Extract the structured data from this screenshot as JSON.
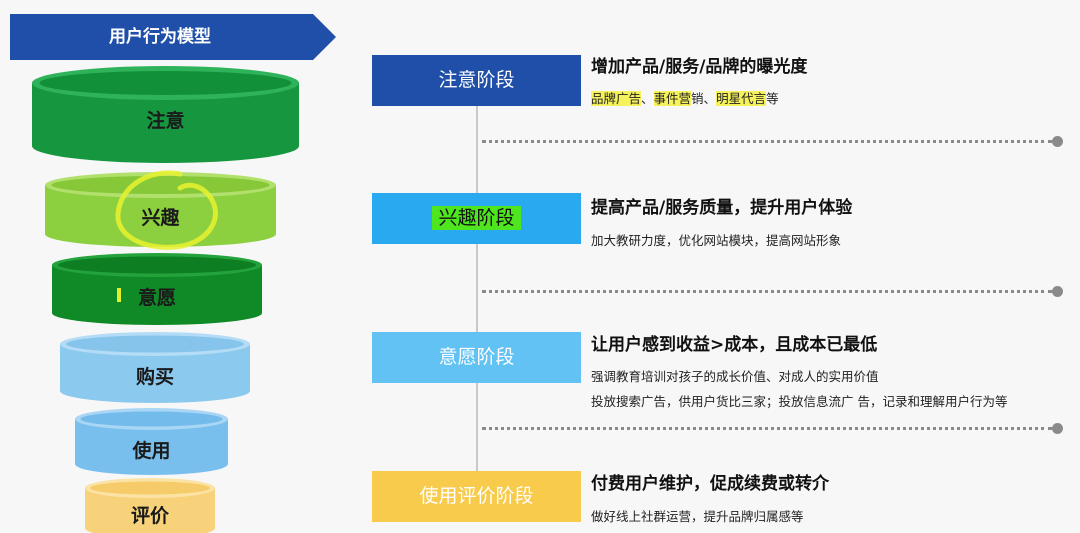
{
  "title": "用户行为模型",
  "colors": {
    "banner": "#1f4fa8",
    "attention": "#1aa04a",
    "interest": "#8ccf3f",
    "desire": "#138b29",
    "purchase": "#8cc9ef",
    "use": "#79bfed",
    "evaluate": "#f8d27a",
    "stage_attention": "#1f4fa8",
    "stage_interest": "#29a9ef",
    "stage_desire": "#61c2f3",
    "stage_evaluate": "#f8cb4c"
  },
  "funnel": [
    "注意",
    "兴趣",
    "意愿",
    "购买",
    "使用",
    "评价"
  ],
  "stages": [
    {
      "name": "注意阶段",
      "heading": "增加产品/服务/品牌的曝光度",
      "detail_parts": [
        "品牌广告",
        "、",
        "事件营",
        "销、",
        "明星代言",
        "等"
      ]
    },
    {
      "name": "兴趣阶段",
      "heading": "提高产品/服务质量，提升用户体验",
      "detail_lines": [
        "加大教研力度，优化网站模块，提高网站形象"
      ]
    },
    {
      "name": "意愿阶段",
      "heading": "让用户感到收益>成本，且成本已最低",
      "detail_lines": [
        "强调教育培训对孩子的成长价值、对成人的实用价值",
        "投放搜索广告，供用户货比三家；投放信息流广 告，记录和理解用户行为等"
      ]
    },
    {
      "name": "使用评价阶段",
      "heading": "付费用户维护，促成续费或转介",
      "detail_lines": [
        "做好线上社群运营，提升品牌归属感等"
      ]
    }
  ]
}
